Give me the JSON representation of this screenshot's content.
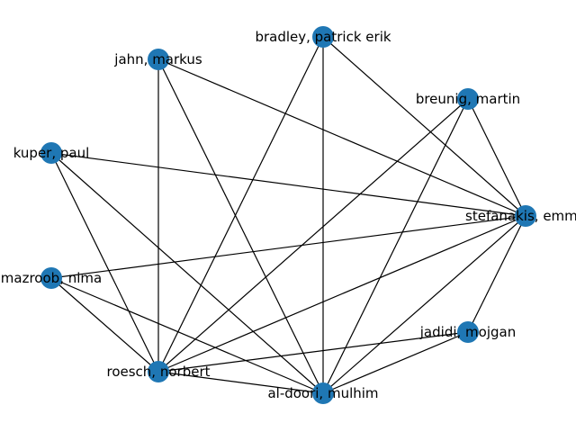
{
  "graph": {
    "node_color": "#1f77b4",
    "edge_color": "#000000",
    "nodes": [
      {
        "id": "bradley",
        "label": "bradley, patrick erik"
      },
      {
        "id": "jahn",
        "label": "jahn, markus"
      },
      {
        "id": "breunig",
        "label": "breunig, martin"
      },
      {
        "id": "kuper",
        "label": "kuper, paul"
      },
      {
        "id": "stefanakis",
        "label": "stefanakis, emma"
      },
      {
        "id": "mazroob",
        "label": "mazroob, nima"
      },
      {
        "id": "jadidi",
        "label": "jadidi, mojgan"
      },
      {
        "id": "roesch",
        "label": "roesch, norbert"
      },
      {
        "id": "aldoori",
        "label": "al-doori, mulhim"
      }
    ],
    "edges": [
      [
        "bradley",
        "roesch"
      ],
      [
        "bradley",
        "aldoori"
      ],
      [
        "bradley",
        "stefanakis"
      ],
      [
        "jahn",
        "roesch"
      ],
      [
        "jahn",
        "aldoori"
      ],
      [
        "jahn",
        "stefanakis"
      ],
      [
        "breunig",
        "stefanakis"
      ],
      [
        "breunig",
        "roesch"
      ],
      [
        "breunig",
        "aldoori"
      ],
      [
        "kuper",
        "stefanakis"
      ],
      [
        "kuper",
        "roesch"
      ],
      [
        "kuper",
        "aldoori"
      ],
      [
        "stefanakis",
        "mazroob"
      ],
      [
        "stefanakis",
        "roesch"
      ],
      [
        "stefanakis",
        "aldoori"
      ],
      [
        "stefanakis",
        "jadidi"
      ],
      [
        "mazroob",
        "roesch"
      ],
      [
        "mazroob",
        "aldoori"
      ],
      [
        "jadidi",
        "roesch"
      ],
      [
        "jadidi",
        "aldoori"
      ],
      [
        "roesch",
        "aldoori"
      ]
    ]
  }
}
